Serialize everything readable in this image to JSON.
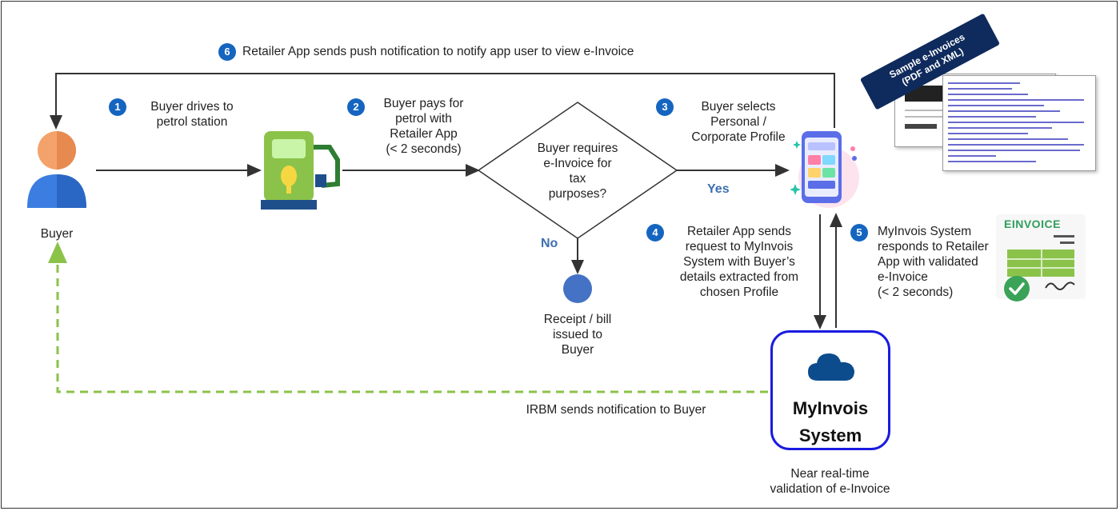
{
  "step6": {
    "num": "6",
    "text": "Retailer App sends push notification to notify app user to view e-Invoice"
  },
  "step1": {
    "num": "1",
    "line1": "Buyer drives to",
    "line2": "petrol station"
  },
  "step2": {
    "num": "2",
    "line1": "Buyer pays for",
    "line2": "petrol with",
    "line3": "Retailer App",
    "line4": "(< 2 seconds)"
  },
  "step3": {
    "num": "3",
    "line1": "Buyer selects",
    "line2": "Personal /",
    "line3": "Corporate Profile"
  },
  "step4": {
    "num": "4",
    "line1": "Retailer App sends",
    "line2": "request to MyInvois",
    "line3": "System with Buyer’s",
    "line4": "details extracted from",
    "line5": "chosen Profile"
  },
  "step5": {
    "num": "5",
    "line1": "MyInvois System",
    "line2": "responds to Retailer",
    "line3": "App with validated",
    "line4": "e-Invoice",
    "line5": "(< 2 seconds)"
  },
  "buyer_label": "Buyer",
  "decision": {
    "line1": "Buyer requires",
    "line2": "e-Invoice for",
    "line3": "tax",
    "line4": "purposes?"
  },
  "yes_label": "Yes",
  "no_label": "No",
  "receipt": {
    "line1": "Receipt / bill",
    "line2": "issued to",
    "line3": "Buyer"
  },
  "irbm_text": "IRBM sends notification to Buyer",
  "myinvois": {
    "line1": "MyInvois",
    "line2": "System"
  },
  "validation": {
    "line1": "Near real-time",
    "line2": "validation of e-Invoice"
  },
  "sample_tag": {
    "line1": "Sample e-Invoices",
    "line2": "(PDF and XML)"
  },
  "einvoice_card_title": "EINVOICE",
  "colors": {
    "badge": "#1565c0",
    "yes_no": "#3d6fb0",
    "dashed_arrow": "#8bc34a",
    "myinvois_border": "#1a1ae0",
    "cloud": "#0d4c8c"
  },
  "icons": [
    "user-icon",
    "fuel-pump-icon",
    "mobile-app-icon",
    "cloud-icon",
    "einvoice-document-icon",
    "check-icon"
  ]
}
